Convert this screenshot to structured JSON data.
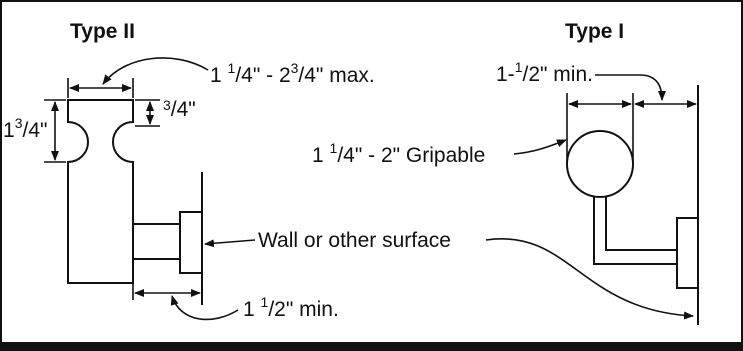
{
  "type2": {
    "title": "Type II",
    "width_label": {
      "a": "1 ",
      "b": "1",
      "c": "/4\" - 2",
      "d": "3",
      "e": "/4\" max."
    },
    "height_label": {
      "a": "1",
      "b": "3",
      "c": "/4\""
    },
    "groove_label": {
      "a": "3",
      "b": "/4\""
    },
    "clearance_label": {
      "a": "1 ",
      "b": "1",
      "c": "/2\"  min."
    }
  },
  "type1": {
    "title": "Type I",
    "clearance_label": {
      "a": "1-",
      "b": "1",
      "c": "/2\" min."
    },
    "grip_label": {
      "a": "1 ",
      "b": "1",
      "c": "/4\" - 2\" Gripable"
    }
  },
  "shared": {
    "wall_label": "Wall or other surface"
  }
}
